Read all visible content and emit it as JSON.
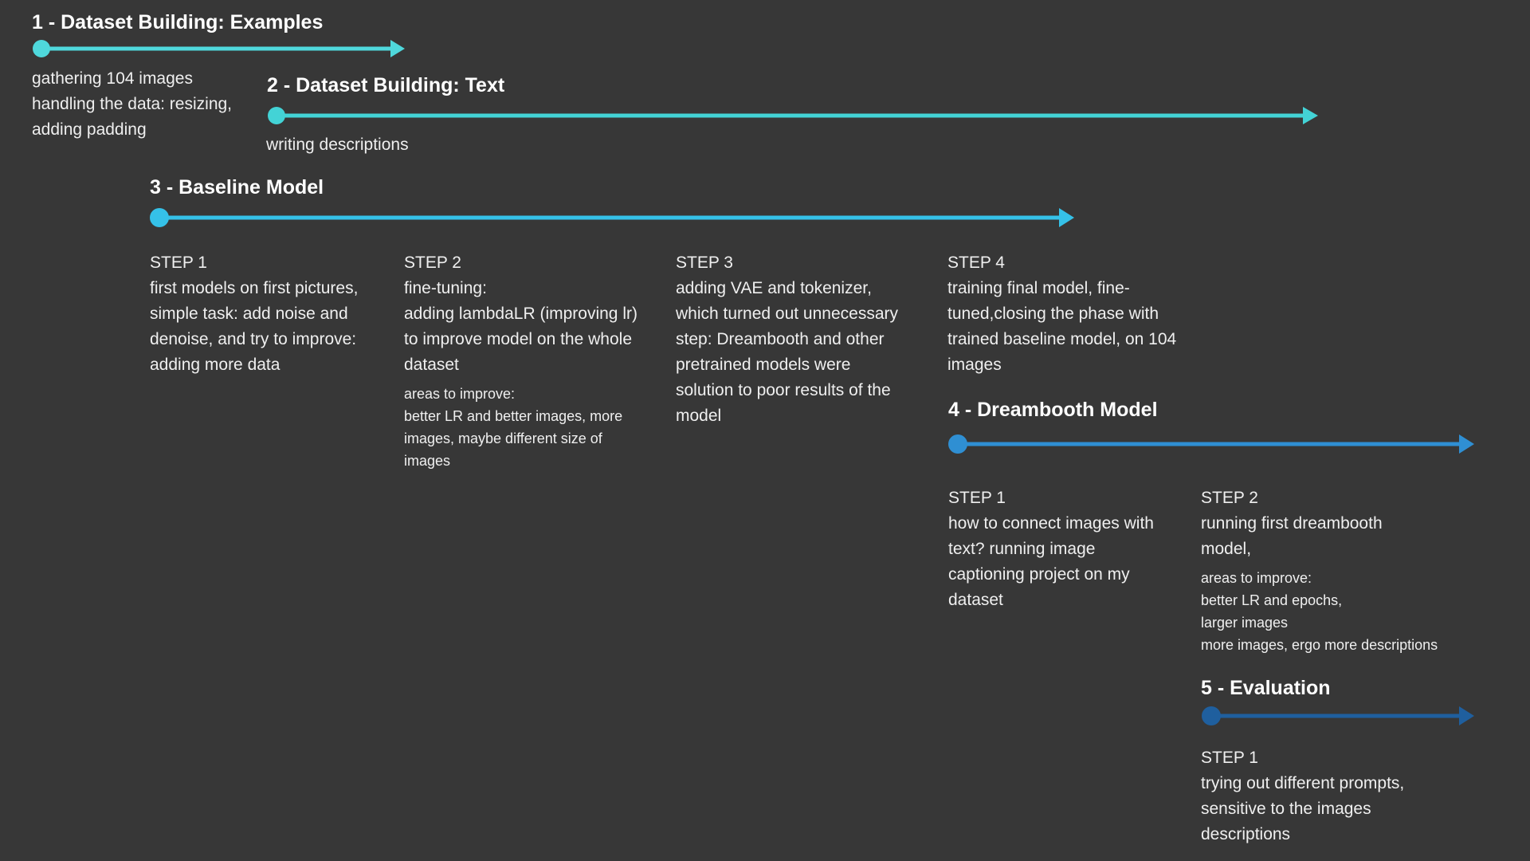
{
  "colors": {
    "background": "#373737",
    "phase1": "#4fd8dc",
    "phase2": "#43d3d6",
    "phase3": "#35c1e8",
    "phase4": "#2f8fd3",
    "phase5": "#1f5f9e"
  },
  "phases": [
    {
      "title": "1 - Dataset Building: Examples",
      "lines": [
        "gathering 104 images",
        "handling the data: resizing,",
        "adding padding"
      ]
    },
    {
      "title": "2 - Dataset Building: Text",
      "lines": [
        "writing descriptions"
      ]
    },
    {
      "title": "3 - Baseline Model",
      "steps": [
        {
          "label": "STEP 1",
          "lines": [
            "first models on first pictures,",
            "simple task: add noise and",
            "denoise, and try to improve:",
            "adding more data"
          ]
        },
        {
          "label": "STEP 2",
          "lines": [
            "fine-tuning:",
            "adding lambdaLR (improving lr)",
            "to improve model on the whole",
            "dataset"
          ],
          "note": [
            "areas to improve:",
            "better LR and better images, more",
            "images, maybe different size of",
            "images"
          ]
        },
        {
          "label": "STEP 3",
          "lines": [
            "adding VAE and tokenizer,",
            "which turned out unnecessary",
            "step: Dreambooth and other",
            "pretrained models were",
            "solution to poor results of the",
            "model"
          ]
        },
        {
          "label": "STEP 4",
          "lines": [
            "training final model, fine-",
            "tuned,closing the phase with",
            "trained baseline model, on 104",
            "images"
          ]
        }
      ]
    },
    {
      "title": "4 - Dreambooth Model",
      "steps": [
        {
          "label": "STEP 1",
          "lines": [
            "how to connect images with",
            "text? running image",
            "captioning project on my",
            "dataset"
          ]
        },
        {
          "label": "STEP 2",
          "lines": [
            "running first dreambooth",
            "model,"
          ],
          "note": [
            "areas to improve:",
            "better LR and epochs,",
            "larger images",
            "more images, ergo more descriptions"
          ]
        }
      ]
    },
    {
      "title": "5 - Evaluation",
      "steps": [
        {
          "label": "STEP 1",
          "lines": [
            "trying out different prompts,",
            "sensitive to the images",
            "descriptions"
          ]
        }
      ]
    }
  ]
}
